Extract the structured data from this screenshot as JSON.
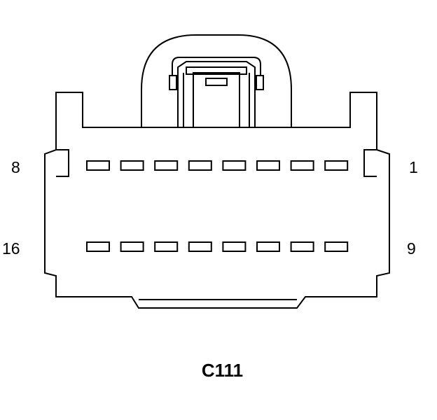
{
  "connector": {
    "name": "C111",
    "row_top": {
      "left_pin": "8",
      "right_pin": "1"
    },
    "row_bottom": {
      "left_pin": "16",
      "right_pin": "9"
    },
    "pins_per_row": 8
  },
  "colors": {
    "stroke": "#000000",
    "background": "#ffffff"
  }
}
